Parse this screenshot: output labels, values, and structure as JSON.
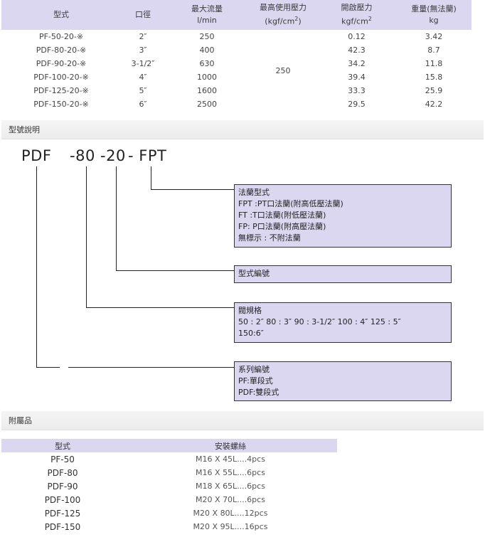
{
  "spec_table": {
    "headers": {
      "model": "型式",
      "port": "口徑",
      "flow": [
        "最大流量",
        "l/min"
      ],
      "pressure": [
        "最高使用壓力",
        "(kgf/cm2)"
      ],
      "open": [
        "開啟壓力",
        "kgf/cm2"
      ],
      "weight": [
        "重量(無法蘭)",
        "kg"
      ]
    },
    "rows": [
      {
        "model": "PF-50-20-※",
        "port": "2″",
        "flow": "250",
        "open": "0.12",
        "weight": "3.42"
      },
      {
        "model": "PDF-80-20-※",
        "port": "3″",
        "flow": "400",
        "open": "42.3",
        "weight": "8.7"
      },
      {
        "model": "PDF-90-20-※",
        "port": "3-1/2″",
        "flow": "630",
        "open": "34.2",
        "weight": "11.8"
      },
      {
        "model": "PDF-100-20-※",
        "port": "4″",
        "flow": "1000",
        "open": "39.4",
        "weight": "15.8"
      },
      {
        "model": "PDF-125-20-※",
        "port": "5″",
        "flow": "1600",
        "open": "33.3",
        "weight": "25.9"
      },
      {
        "model": "PDF-150-20-※",
        "port": "6″",
        "flow": "2500",
        "open": "29.5",
        "weight": "42.2"
      }
    ],
    "max_pressure": "250"
  },
  "model_section": {
    "title": "型號說明",
    "code": {
      "p1": "PDF",
      "p2": "-80",
      "p3": "-20",
      "p4": "- FPT"
    },
    "boxes": {
      "flange": [
        "法蘭型式",
        "FPT :PT口法蘭(附高低壓法蘭)",
        "FT :T口法蘭(附低壓法蘭)",
        "FP: P口法蘭(附高壓法蘭)",
        "無標示 : 不附法蘭"
      ],
      "type_no": [
        "型式編號"
      ],
      "size": [
        "閥規格",
        "50 : 2″   80 : 3″   90 : 3-1/2″   100 : 4″   125 : 5″",
        "150:6″"
      ],
      "series": [
        "系列編號",
        "PF:單段式",
        "PDF:雙段式"
      ]
    }
  },
  "accessory_section": {
    "title": "附屬品",
    "headers": {
      "model": "型式",
      "bolts": "安裝螺絲"
    },
    "rows": [
      {
        "model": "PF-50",
        "bolts": "M16 X 45L....4pcs"
      },
      {
        "model": "PDF-80",
        "bolts": "M16 X 55L....6pcs"
      },
      {
        "model": "PDF-90",
        "bolts": "M18 X 65L....6pcs"
      },
      {
        "model": "PDF-100",
        "bolts": "M20 X 70L....6pcs"
      },
      {
        "model": "PDF-125",
        "bolts": "M20 X 80L....12pcs"
      },
      {
        "model": "PDF-150",
        "bolts": "M20 X 95L....16pcs"
      }
    ]
  },
  "colors": {
    "header_bg": "#dcd7f0",
    "box_bg": "#dcd7f0",
    "section_bar": "#eeeeee"
  }
}
